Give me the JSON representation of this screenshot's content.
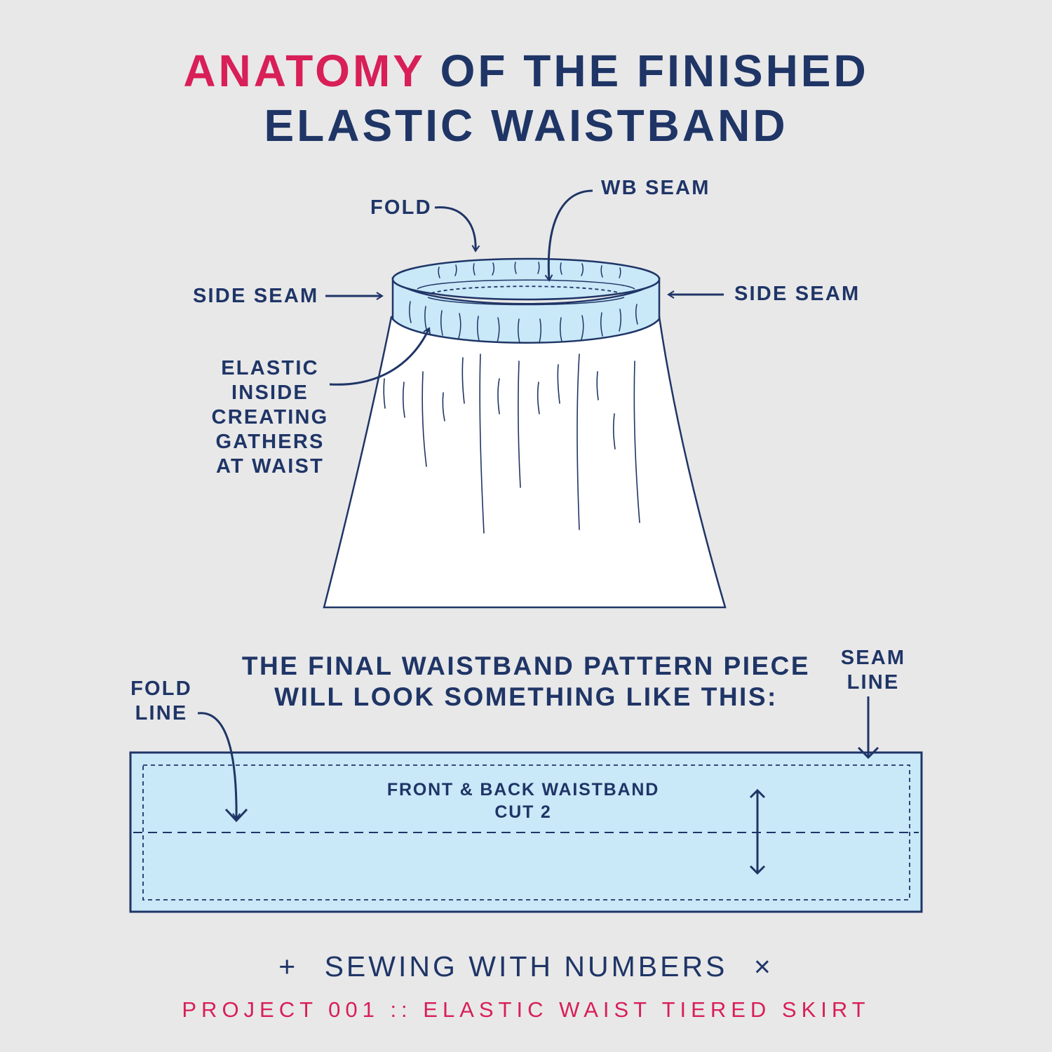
{
  "title": {
    "accent": "ANATOMY",
    "rest_line1": "OF THE FINISHED",
    "line2": "ELASTIC WAISTBAND"
  },
  "skirt_labels": {
    "fold": "FOLD",
    "wb_seam": "WB SEAM",
    "side_seam_left": "SIDE SEAM",
    "side_seam_right": "SIDE SEAM",
    "elastic_lines": [
      "ELASTIC",
      "INSIDE",
      "CREATING",
      "GATHERS",
      "AT WAIST"
    ]
  },
  "pattern_section": {
    "heading_line1": "THE FINAL WAISTBAND PATTERN PIECE",
    "heading_line2": "WILL LOOK SOMETHING LIKE THIS:",
    "fold_line_label": [
      "FOLD",
      "LINE"
    ],
    "seam_line_label": [
      "SEAM",
      "LINE"
    ],
    "piece_name": "FRONT & BACK WAISTBAND",
    "piece_cut": "CUT 2"
  },
  "footer": {
    "plus": "+",
    "brand": "SEWING WITH NUMBERS",
    "times": "×",
    "project": "PROJECT 001 :: ELASTIC WAIST TIERED SKIRT"
  },
  "colors": {
    "navy": "#1f3566",
    "accent_pink": "#d81f57",
    "waistband_blue": "#c9e8f8",
    "background": "#e8e8e9"
  }
}
